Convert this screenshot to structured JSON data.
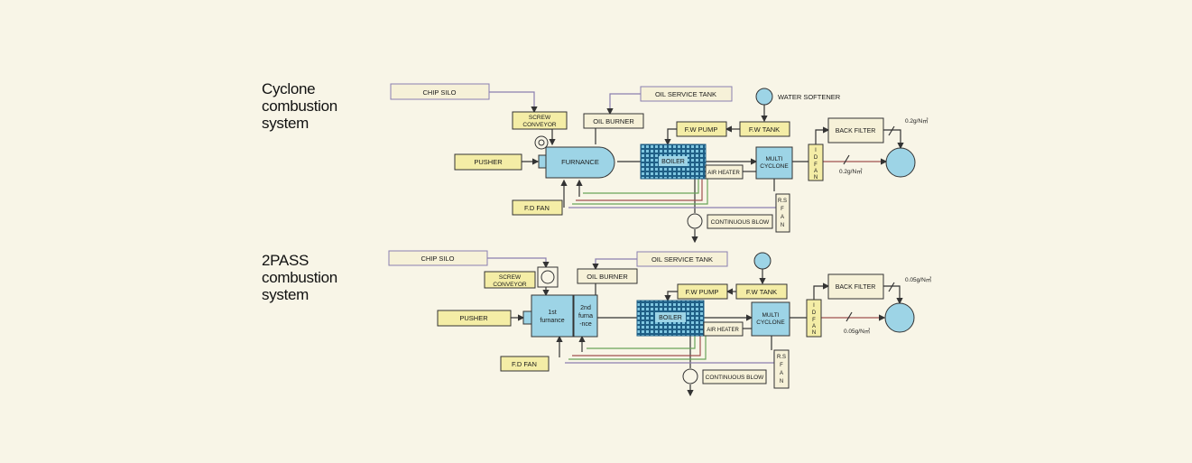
{
  "colors": {
    "background": "#f8f5e7",
    "box_cream": "#f6f1d8",
    "box_yellow": "#f4eda6",
    "box_blue": "#9dd4e6",
    "boiler_dark": "#1f5f86",
    "line_purple": "#8a7fb0",
    "line_dark": "#333333",
    "line_red": "#a05050",
    "line_green": "#6aa35a"
  },
  "cyclone": {
    "title_lines": [
      "Cyclone",
      "combustion",
      "system"
    ],
    "chip_silo": "CHIP SILO",
    "screw_conveyor_1": "SCREW",
    "screw_conveyor_2": "CONVEYOR",
    "oil_service_tank": "OIL SERVICE TANK",
    "water_softener": "WATER SOFTENER",
    "oil_burner": "OIL BURNER",
    "fw_pump": "F.W PUMP",
    "fw_tank": "F.W TANK",
    "back_filter": "BACK FILTER",
    "emission_upper": "0.2g/N㎥",
    "emission_lower": "0.2g/N㎥",
    "pusher": "PUSHER",
    "furnace": "FURNANCE",
    "boiler": "BOILER",
    "air_heater": "AIR HEATER",
    "multi_1": "MULTI",
    "multi_2": "CYCLONE",
    "id_fan": [
      "I",
      "D",
      "F",
      "A",
      "N"
    ],
    "rs_fan": [
      "R.S",
      "F",
      "A",
      "N"
    ],
    "fd_fan": "F.D FAN",
    "continuous_blow": "CONTINUOUS BLOW"
  },
  "twopass": {
    "title_lines": [
      "2PASS",
      "combustion",
      "system"
    ],
    "chip_silo": "CHIP SILO",
    "screw_conveyor_1": "SCREW",
    "screw_conveyor_2": "CONVEYOR",
    "oil_service_tank": "OIL SERVICE TANK",
    "oil_burner": "OIL BURNER",
    "fw_pump": "F.W PUMP",
    "fw_tank": "F.W TANK",
    "back_filter": "BACK FILTER",
    "emission_upper": "0.05g/N㎥",
    "emission_lower": "0.05g/N㎥",
    "pusher": "PUSHER",
    "first_furnace_1": "1st",
    "first_furnace_2": "furnance",
    "second_furnace_1": "2nd",
    "second_furnace_2": "furna",
    "second_furnace_3": "-nce",
    "boiler": "BOILER",
    "air_heater": "AIR HEATER",
    "multi_1": "MULTI",
    "multi_2": "CYCLONE",
    "id_fan": [
      "I",
      "D",
      "F",
      "A",
      "N"
    ],
    "rs_fan": [
      "R.S",
      "F",
      "A",
      "N"
    ],
    "fd_fan": "F.D FAN",
    "continuous_blow": "CONTINUOUS BLOW"
  }
}
